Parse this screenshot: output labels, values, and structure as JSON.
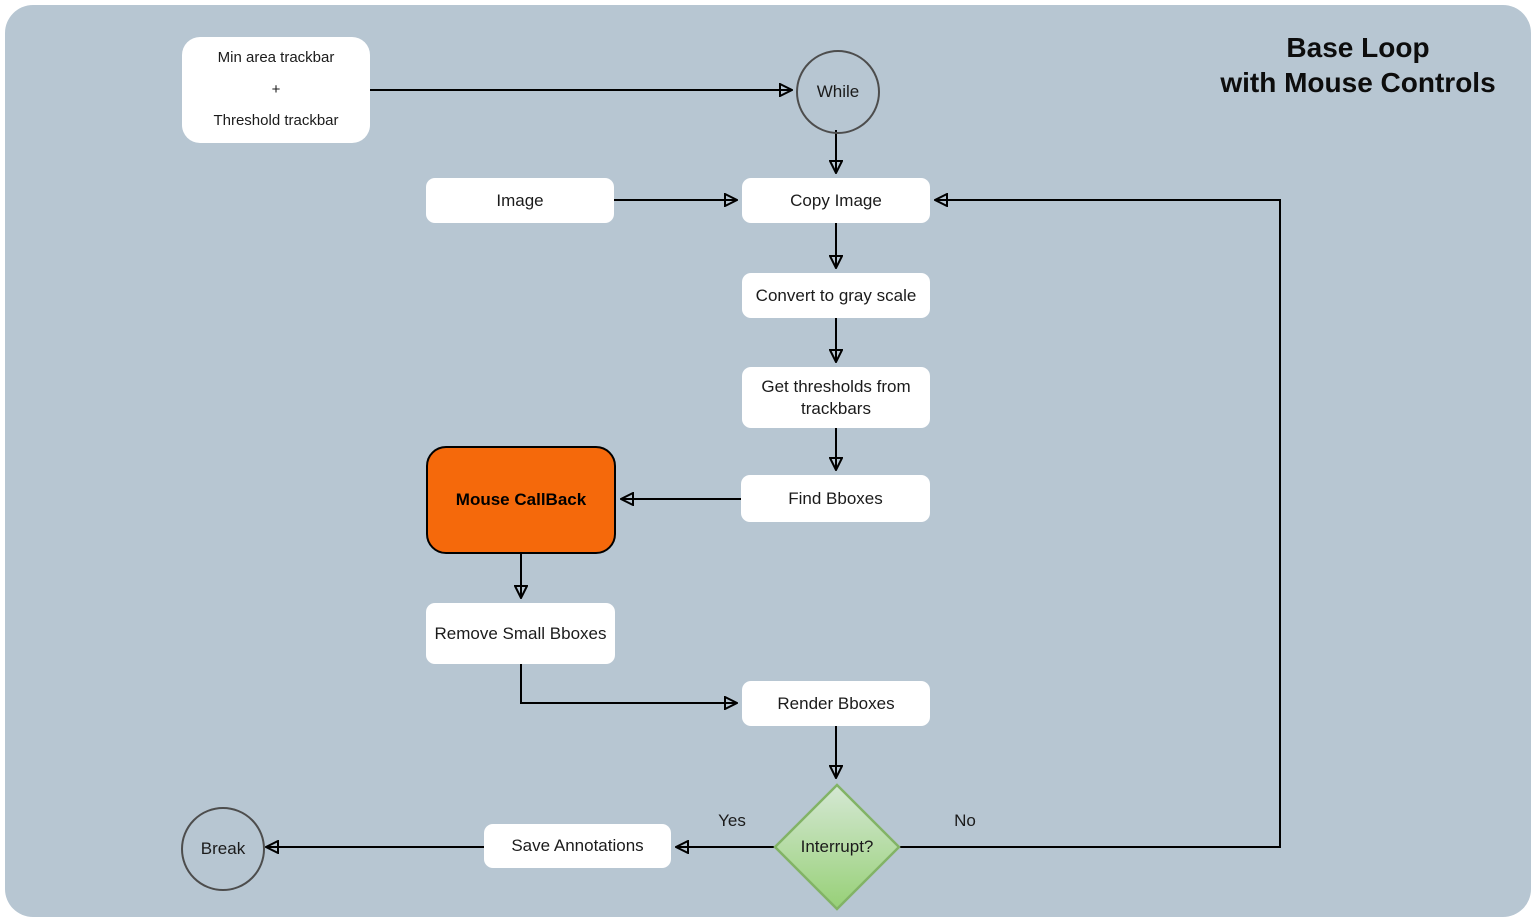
{
  "title": {
    "line1": "Base Loop",
    "line2": "with Mouse Controls"
  },
  "nodes": {
    "trackbars": {
      "line1": "Min area trackbar",
      "line2": "+",
      "line3": "Threshold trackbar"
    },
    "while_loop": {
      "label": "While"
    },
    "image": {
      "label": "Image"
    },
    "copy_image": {
      "label": "Copy Image"
    },
    "convert_gray": {
      "label": "Convert to gray scale"
    },
    "get_thresholds": {
      "label": "Get thresholds from trackbars"
    },
    "find_bboxes": {
      "label": "Find Bboxes"
    },
    "mouse_callback": {
      "label": "Mouse CallBack"
    },
    "remove_small": {
      "label": "Remove Small Bboxes"
    },
    "render_bboxes": {
      "label": "Render Bboxes"
    },
    "interrupt": {
      "label": "Interrupt?"
    },
    "save_annotations": {
      "label": "Save Annotations"
    },
    "break_node": {
      "label": "Break"
    }
  },
  "edge_labels": {
    "yes": "Yes",
    "no": "No"
  },
  "colors": {
    "canvas_background": "#b7c6d2",
    "node_fill": "#ffffff",
    "callback_fill": "#f5690b",
    "diamond_fill_top": "#d5e8d4",
    "diamond_fill_bottom": "#97d077",
    "diamond_stroke": "#82b366",
    "circle_stroke": "#4d4d4d",
    "edge_color": "#000000"
  }
}
